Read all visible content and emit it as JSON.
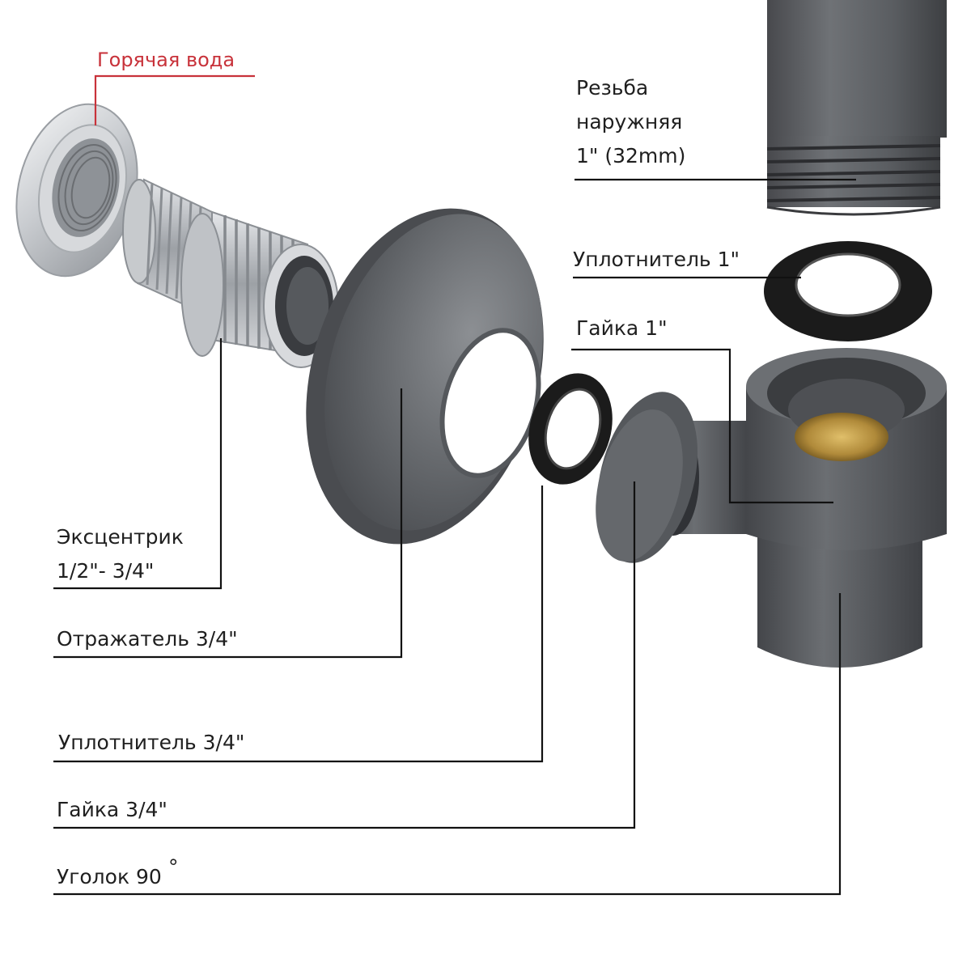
{
  "labels": {
    "hot_water": "Горячая вода",
    "thread_line1": "Резьба",
    "thread_line2": "наружняя",
    "thread_line3": "1\" (32mm)",
    "seal_1": "Уплотнитель 1\"",
    "nut_1": "Гайка 1\"",
    "eccentric_line1": "Эксцентрик",
    "eccentric_line2": "1/2\"- 3/4\"",
    "reflector": "Отражатель 3/4\"",
    "seal_34": "Уплотнитель  3/4\"",
    "nut_34": "Гайка 3/4\"",
    "elbow": "Уголок 90",
    "degree": "°"
  },
  "colors": {
    "hot_water_accent": "#c8323a",
    "metal_dark": "#55585c",
    "chrome": "#c9ccd0",
    "rubber": "#1b1b1b",
    "brass": "#b08a3a"
  }
}
